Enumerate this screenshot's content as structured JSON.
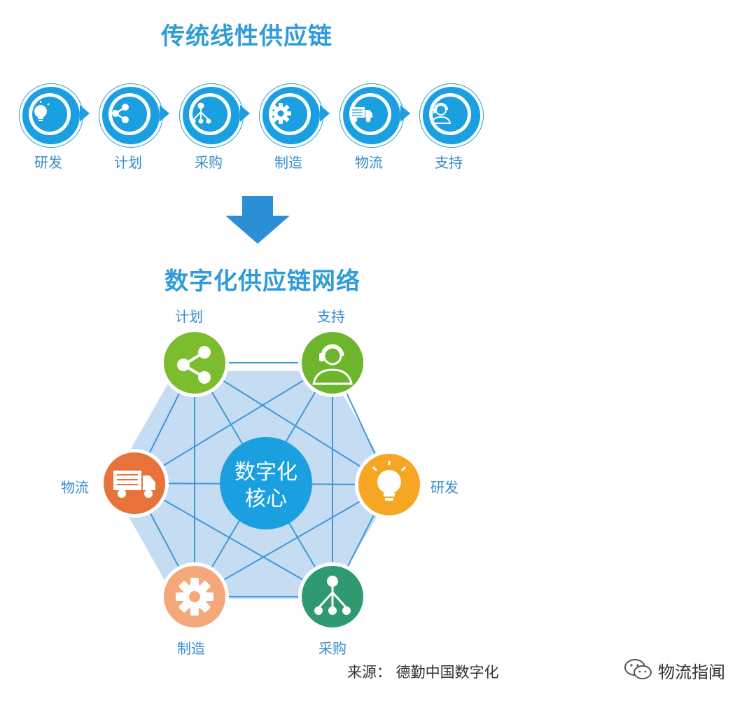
{
  "titles": {
    "linear": "传统线性供应链",
    "network": "数字化供应链网络"
  },
  "linear_steps": [
    {
      "label": "研发",
      "icon": "lightbulb-icon"
    },
    {
      "label": "计划",
      "icon": "share-icon"
    },
    {
      "label": "采购",
      "icon": "hierarchy-icon"
    },
    {
      "label": "制造",
      "icon": "gear-icon"
    },
    {
      "label": "物流",
      "icon": "truck-icon"
    },
    {
      "label": "支持",
      "icon": "headset-icon"
    }
  ],
  "network": {
    "core": {
      "line1": "数字化",
      "line2": "核心",
      "color": "#1aa0e0"
    },
    "hexagon_color": "#c6dcf2",
    "line_color": "#3a9ad9",
    "nodes": [
      {
        "label": "计划",
        "icon": "share-icon",
        "color": "#7bbd2f"
      },
      {
        "label": "支持",
        "icon": "headset-icon",
        "color": "#6cb52d"
      },
      {
        "label": "研发",
        "icon": "lightbulb-icon",
        "color": "#f5a623"
      },
      {
        "label": "采购",
        "icon": "hierarchy-icon",
        "color": "#2f9a6f"
      },
      {
        "label": "制造",
        "icon": "gear-icon",
        "color": "#f4a87a"
      },
      {
        "label": "物流",
        "icon": "truck-icon",
        "color": "#e8733a"
      }
    ]
  },
  "footer": {
    "source": "来源： 德勤中国数字化",
    "brand": "物流指闻",
    "brand_icon": "wechat-icon"
  },
  "colors": {
    "primary": "#1aa0e0",
    "title": "#2f9bd8",
    "label": "#3a8ccb"
  }
}
